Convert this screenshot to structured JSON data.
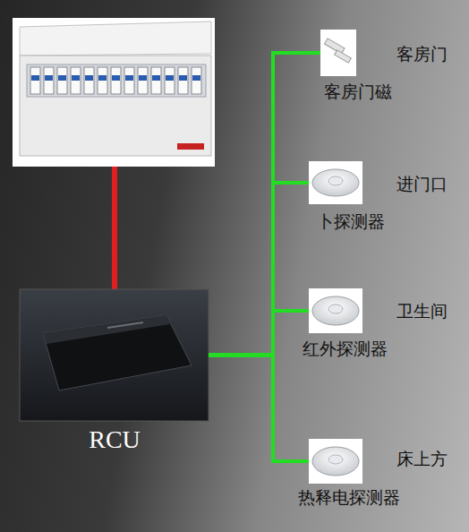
{
  "diagram": {
    "nodes": [
      {
        "text": [
          "RCU"
        ]
      },
      {
        "text": [
          "客房门磁",
          "客房门"
        ]
      },
      {
        "text": [
          "卜探测器",
          "进门口"
        ]
      },
      {
        "text": [
          "红外探测器",
          "卫生间"
        ]
      },
      {
        "text": [
          "热释电探测器",
          "床上方"
        ]
      }
    ],
    "edges": [
      {
        "from": 0,
        "to": 1,
        "arrow": "none"
      },
      {
        "from": 0,
        "to": 2,
        "arrow": "none"
      },
      {
        "from": 0,
        "to": 3,
        "arrow": "none"
      },
      {
        "from": 0,
        "to": 4,
        "arrow": "none"
      }
    ]
  }
}
